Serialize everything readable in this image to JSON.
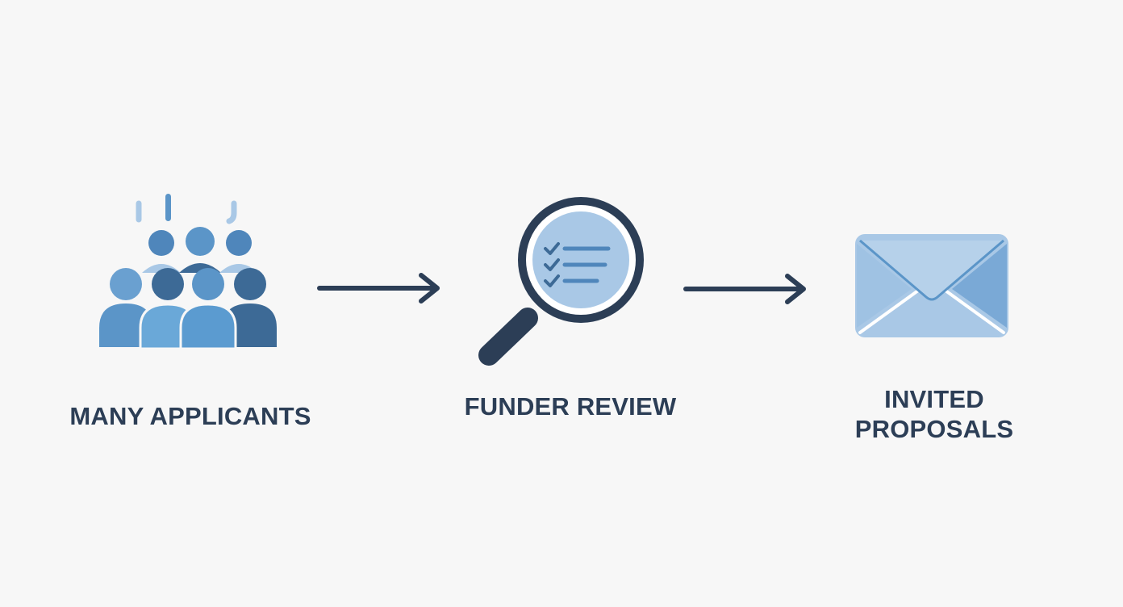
{
  "diagram": {
    "steps": [
      {
        "label_lines": [
          "MANY APPLICANTS"
        ],
        "icon": "people-group-icon"
      },
      {
        "label_lines": [
          "FUNDER REVIEW"
        ],
        "icon": "magnifier-checklist-icon"
      },
      {
        "label_lines": [
          "INVITED",
          "PROPOSALS"
        ],
        "icon": "envelope-icon"
      }
    ],
    "connectors": [
      "arrow-right-icon",
      "arrow-right-icon"
    ]
  },
  "colors": {
    "background": "#f7f7f7",
    "text": "#2c3e56",
    "dark_navy": "#2c3e56",
    "blue_mid": "#5b95c8",
    "blue_light": "#a9c8e6",
    "blue_dark": "#3d6a96"
  }
}
